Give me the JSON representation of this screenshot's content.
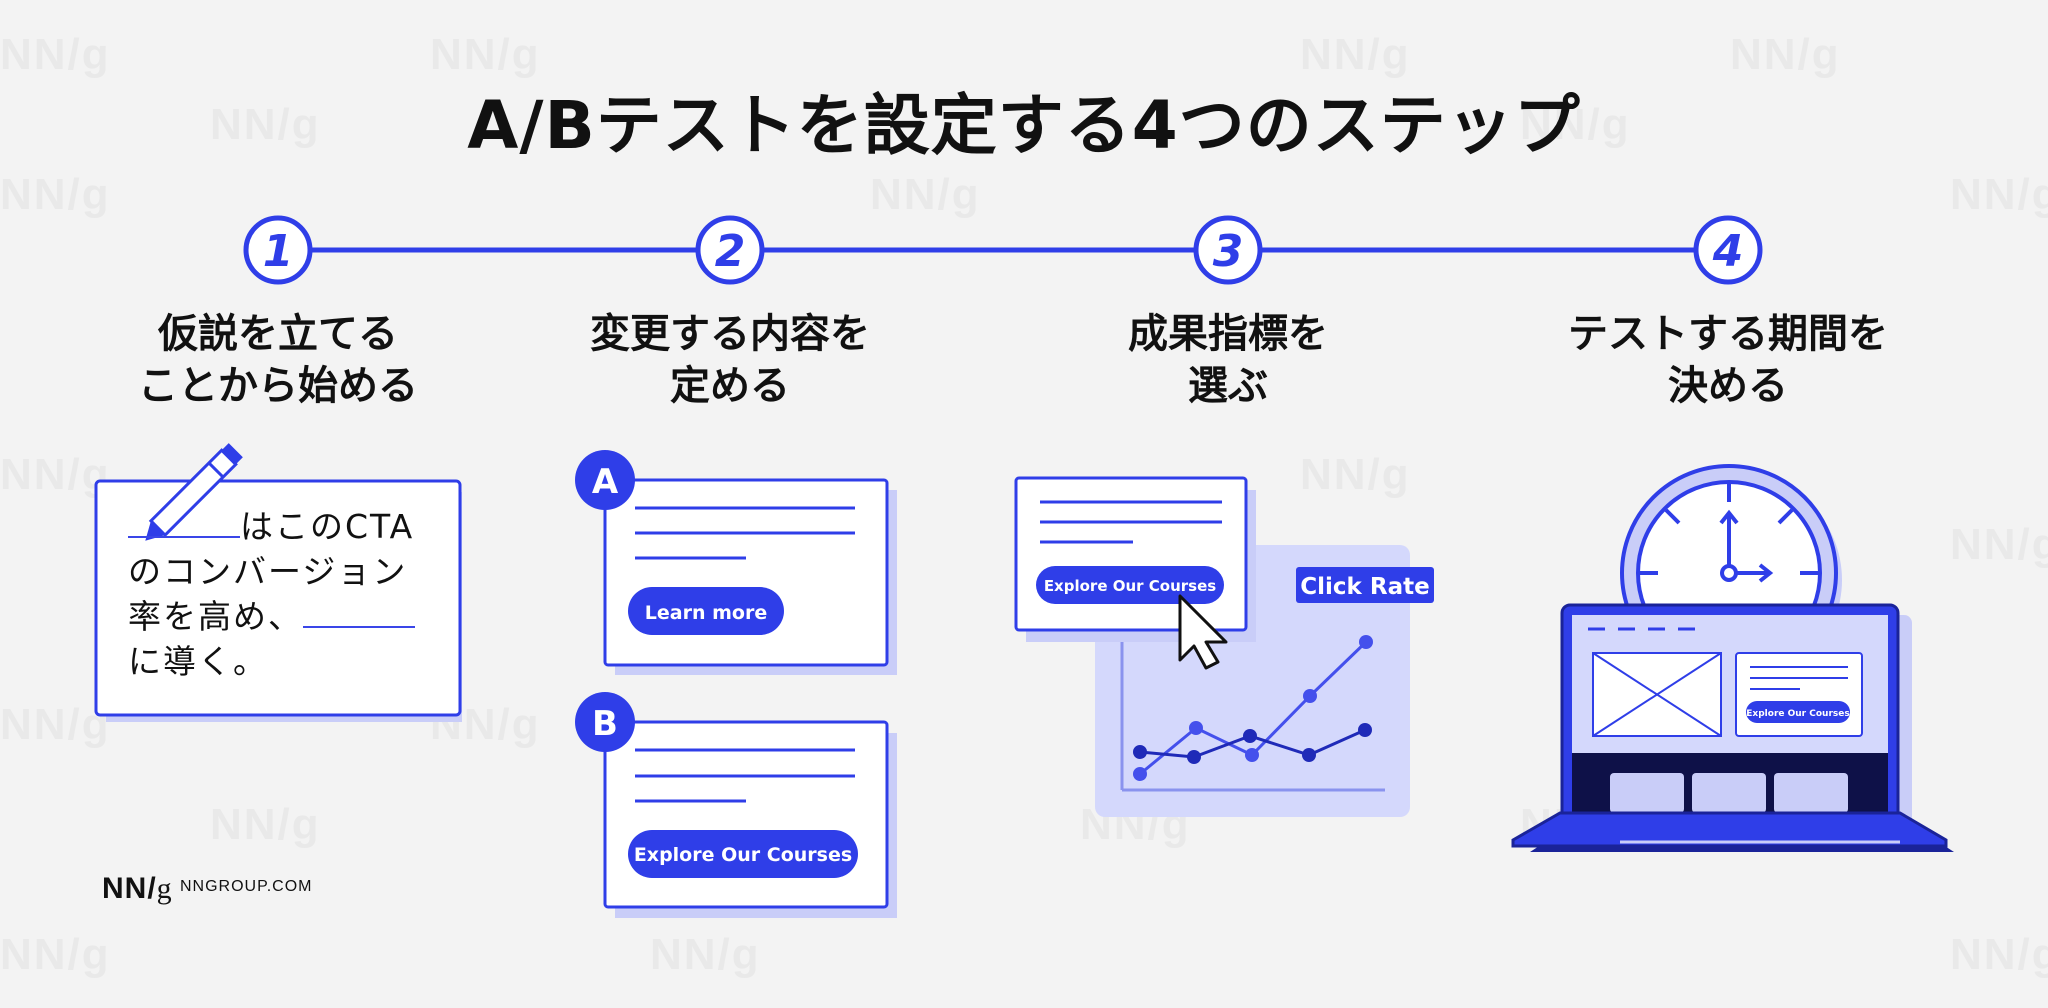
{
  "title": "A/Bテストを設定する4つのステップ",
  "watermark": "NN/g",
  "steps": [
    {
      "number": "1",
      "title_lines": [
        "仮説を立てる",
        "ことから始める"
      ]
    },
    {
      "number": "2",
      "title_lines": [
        "変更する内容を",
        "定める"
      ]
    },
    {
      "number": "3",
      "title_lines": [
        "成果指標を",
        "選ぶ"
      ]
    },
    {
      "number": "4",
      "title_lines": [
        "テストする期間を",
        "決める"
      ]
    }
  ],
  "hypothesis": {
    "part1": "はこのCTA",
    "part2": "のコンバージョン",
    "part3": "率を高め、",
    "part4": "に導く。"
  },
  "variants": {
    "a_badge": "A",
    "a_button": "Learn more",
    "b_badge": "B",
    "b_button": "Explore Our Courses"
  },
  "metric": {
    "card_button": "Explore Our Courses",
    "label": "Click Rate"
  },
  "duration": {
    "laptop_button": "Explore Our Courses"
  },
  "footer": {
    "logo_main": "NN/",
    "logo_g": "g",
    "url": "NNGROUP.COM"
  },
  "colors": {
    "accent": "#2f3ee8",
    "light_accent": "#c9cdf8",
    "dark_navy": "#0e1148"
  }
}
